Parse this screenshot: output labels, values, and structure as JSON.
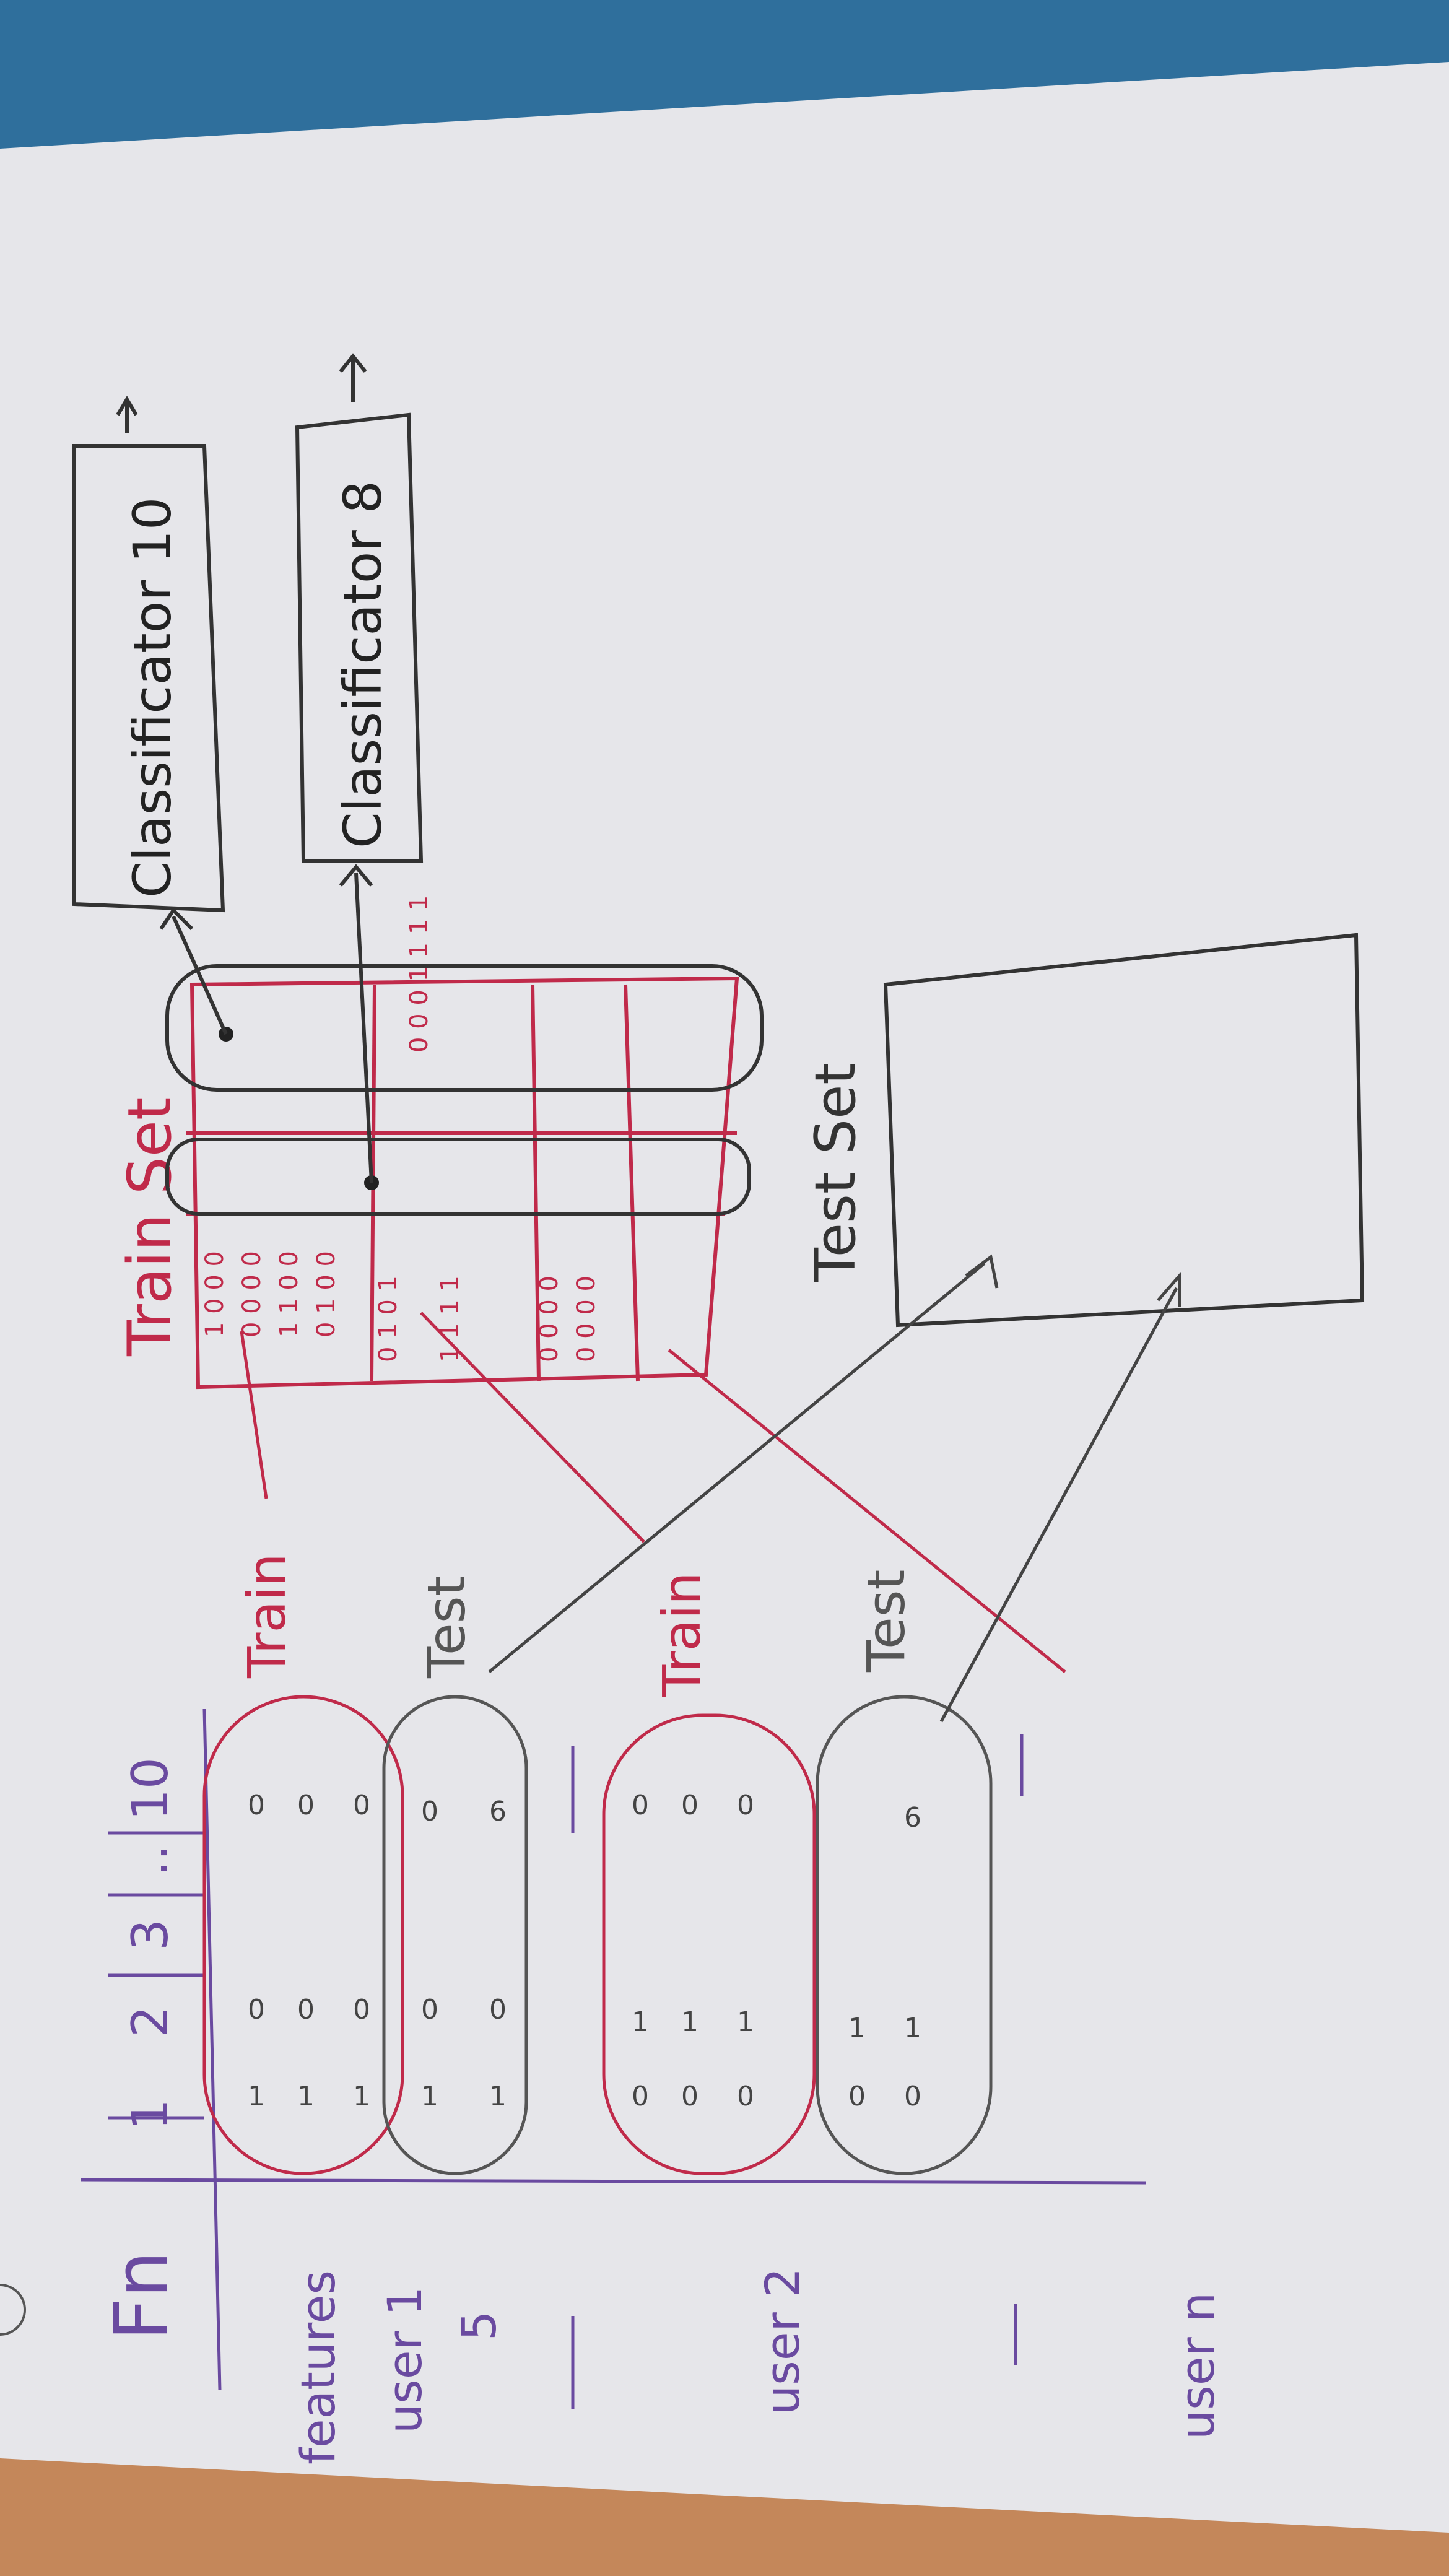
{
  "colors": {
    "paper": "#e8e8ec",
    "ink_purple": "#6a4aa0",
    "ink_red": "#c02a4a",
    "ink_gray": "#3a3a3a",
    "desk_wood": "#c98a5a",
    "blue_mat": "#2e6f9e"
  },
  "table": {
    "fn_label": "Fn",
    "column_headers": [
      "1",
      "2",
      "3",
      "..",
      "10"
    ],
    "rows": [
      {
        "label": "features",
        "sub": "user 1",
        "sub2": "5"
      },
      {
        "label": "user 2"
      },
      {
        "label": "user n"
      }
    ],
    "dashes": [
      "—",
      "—"
    ]
  },
  "groups": {
    "user1_train": "Train",
    "user1_test": "Test",
    "user2_train": "Train",
    "user2_test": "Test"
  },
  "train_set": {
    "title": "Train Set",
    "bit_rows": [
      "1 0 0 0",
      "0 0 0 0",
      "1 1 0 0",
      "0 1 0 0"
    ],
    "bit_rows_b": [
      "0 1 0 1",
      "1 1 1 1",
      "0 0 0 0",
      "0 0 0 0"
    ],
    "last_column": "0 0 0 1 1 1 1"
  },
  "classifiers": {
    "c10": "Classificator 10",
    "c8": "Classificator 8"
  },
  "test_set": {
    "title": "Test Set"
  }
}
